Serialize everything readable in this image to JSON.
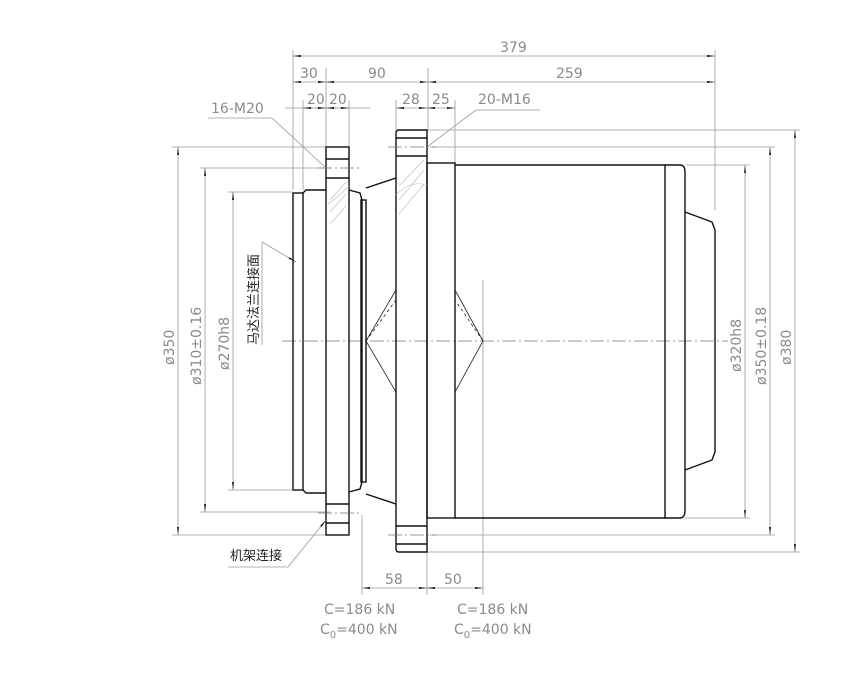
{
  "dimensions": {
    "overall_length": "379",
    "d30": "30",
    "d90": "90",
    "d259": "259",
    "d20a": "20",
    "d20b": "20",
    "d28": "28",
    "d25": "25",
    "d58": "58",
    "d50": "50",
    "dia350_left": "ø350",
    "dia310": "ø310±0.16",
    "dia270": "ø270h8",
    "dia320": "ø320h8",
    "dia350_right": "ø350±0.18",
    "dia380": "ø380"
  },
  "callouts": {
    "bolts_left": "16-M20",
    "bolts_right": "20-M16",
    "motor_flange": "马达法兰连接面",
    "frame_connection": "机架连接"
  },
  "bearings": [
    {
      "c": "C=186 kN",
      "c0_prefix": "C",
      "c0_sub": "0",
      "c0_rest": "=400 kN"
    },
    {
      "c": "C=186 kN",
      "c0_prefix": "C",
      "c0_sub": "0",
      "c0_rest": "=400 kN"
    }
  ]
}
